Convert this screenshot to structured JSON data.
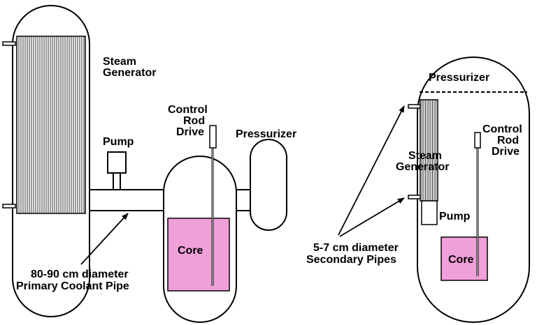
{
  "left_system": {
    "steam_generator_label": [
      "Steam",
      "Generator"
    ],
    "pump_label": "Pump",
    "control_rod_label": [
      "Control",
      "Rod",
      "Drive"
    ],
    "pressurizer_label": "Pressurizer",
    "core_label": "Core",
    "pipe_label": [
      "80-90 cm diameter",
      "Primary Coolant Pipe"
    ]
  },
  "right_system": {
    "pressurizer_label": "Pressurizer",
    "steam_generator_label": [
      "Steam",
      "Generator"
    ],
    "pump_label": "Pump",
    "control_rod_label": [
      "Control",
      "Rod",
      "Drive"
    ],
    "core_label": "Core",
    "pipe_label": [
      "5-7 cm diameter",
      "Secondary Pipes"
    ]
  },
  "colors": {
    "core_fill": "#f0a0d8",
    "line": "#000000"
  }
}
